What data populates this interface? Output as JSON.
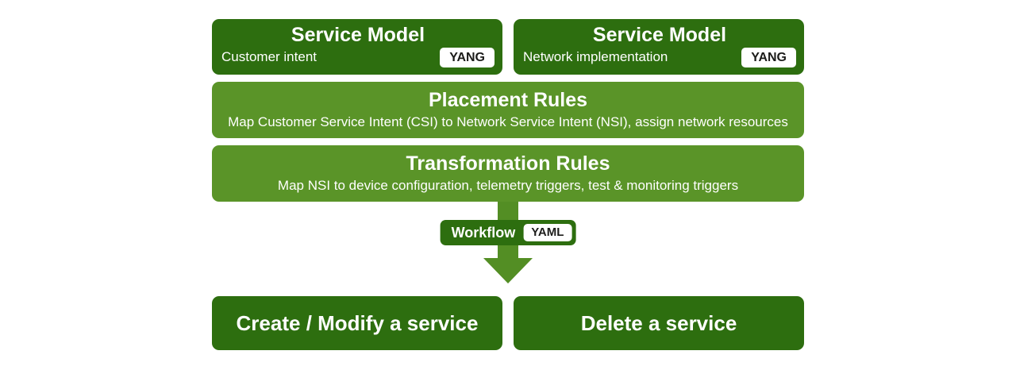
{
  "colors": {
    "dark_green": "#2d6e0f",
    "light_green": "#5a9428",
    "arrow_green": "#538e24",
    "badge_background": "#ffffff",
    "badge_text": "#1c1c1a",
    "text": "#ffffff",
    "page_background": "#ffffff"
  },
  "top_row": [
    {
      "title": "Service Model",
      "subtitle": "Customer intent",
      "badge": "YANG"
    },
    {
      "title": "Service Model",
      "subtitle": "Network implementation",
      "badge": "YANG"
    }
  ],
  "placement": {
    "title": "Placement Rules",
    "subtitle": "Map Customer Service Intent (CSI) to Network Service Intent (NSI), assign network resources"
  },
  "transformation": {
    "title": "Transformation Rules",
    "subtitle": "Map NSI to device configuration, telemetry triggers, test & monitoring triggers"
  },
  "workflow": {
    "label": "Workflow",
    "badge": "YAML"
  },
  "bottom_row": [
    {
      "label": "Create / Modify a service"
    },
    {
      "label": "Delete a service"
    }
  ]
}
